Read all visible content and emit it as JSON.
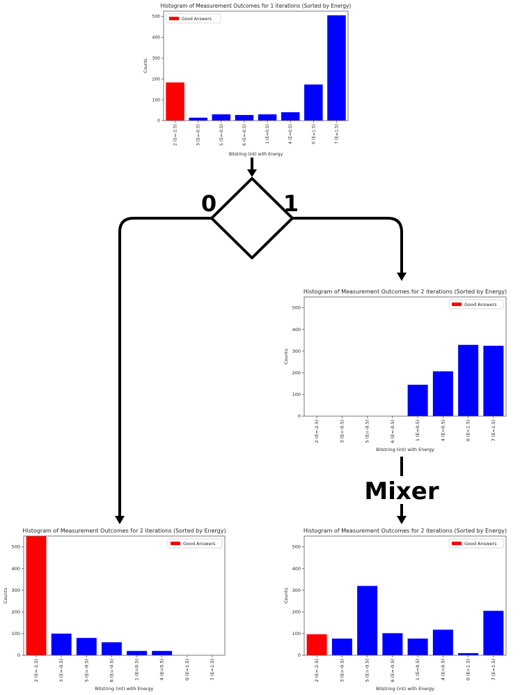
{
  "flow": {
    "branch_zero_label": "0",
    "branch_one_label": "1",
    "mixer_label": "Mixer"
  },
  "colors": {
    "good": "#ff0000",
    "other": "#0000ff",
    "arrow": "#000000"
  },
  "chart_data": [
    {
      "id": "top",
      "type": "bar",
      "title": "Histogram of Measurement Outcomes for 1 iterations (Sorted by Energy)",
      "xlabel": "Bitstring (int) with Energy",
      "ylabel": "Counts",
      "legend": "Good Answers",
      "legend_position": "top-left",
      "ylim": [
        0,
        525
      ],
      "yticks": [
        0,
        100,
        200,
        300,
        400,
        500
      ],
      "categories": [
        "2 (E=-2.5)",
        "3 (E=-0.5)",
        "5 (E=-0.5)",
        "6 (E=-0.5)",
        "1 (E=0.5)",
        "4 (E=0.5)",
        "0 (E=1.5)",
        "7 (E=1.5)"
      ],
      "values": [
        183,
        14,
        30,
        27,
        30,
        40,
        173,
        505
      ],
      "good": [
        true,
        false,
        false,
        false,
        false,
        false,
        false,
        false
      ]
    },
    {
      "id": "mid-right",
      "type": "bar",
      "title": "Histogram of Measurement Outcomes for 2 iterations (Sorted by Energy)",
      "xlabel": "Bitstring (int) with Energy",
      "ylabel": "Counts",
      "legend": "Good Answers",
      "legend_position": "top-right",
      "ylim": [
        0,
        550
      ],
      "yticks": [
        0,
        100,
        200,
        300,
        400,
        500
      ],
      "categories": [
        "2 (E=-2.5)",
        "3 (E=-0.5)",
        "5 (E=-0.5)",
        "6 (E=-0.5)",
        "1 (E=0.5)",
        "4 (E=0.5)",
        "0 (E=1.5)",
        "7 (E=1.5)"
      ],
      "values": [
        0,
        0,
        0,
        0,
        145,
        207,
        329,
        325
      ],
      "good": [
        true,
        false,
        false,
        false,
        false,
        false,
        false,
        false
      ]
    },
    {
      "id": "bottom-left",
      "type": "bar",
      "title": "Histogram of Measurement Outcomes for 2 iterations (Sorted by Energy)",
      "xlabel": "Bitstring (int) with Energy",
      "ylabel": "Counts",
      "legend": "Good Answers",
      "legend_position": "top-right",
      "ylim": [
        0,
        550
      ],
      "yticks": [
        0,
        100,
        200,
        300,
        400,
        500
      ],
      "categories": [
        "2 (E=-2.5)",
        "3 (E=-0.5)",
        "5 (E=-0.5)",
        "6 (E=-0.5)",
        "1 (E=0.5)",
        "4 (E=0.5)",
        "0 (E=1.5)",
        "7 (E=1.5)"
      ],
      "values": [
        550,
        100,
        80,
        60,
        20,
        20,
        0,
        0
      ],
      "good": [
        true,
        false,
        false,
        false,
        false,
        false,
        false,
        false
      ]
    },
    {
      "id": "bottom-right",
      "type": "bar",
      "title": "Histogram of Measurement Outcomes for 2 iterations (Sorted by Energy)",
      "xlabel": "Bitstring (int) with Energy",
      "ylabel": "Counts",
      "legend": "Good Answers",
      "legend_position": "top-right",
      "ylim": [
        0,
        550
      ],
      "yticks": [
        0,
        100,
        200,
        300,
        400,
        500
      ],
      "categories": [
        "2 (E=-2.5)",
        "3 (E=-0.5)",
        "5 (E=-0.5)",
        "6 (E=-0.5)",
        "1 (E=0.5)",
        "4 (E=0.5)",
        "0 (E=1.5)",
        "7 (E=1.5)"
      ],
      "values": [
        97,
        77,
        320,
        102,
        77,
        118,
        10,
        205
      ],
      "good": [
        true,
        false,
        false,
        false,
        false,
        false,
        false,
        false
      ]
    }
  ]
}
